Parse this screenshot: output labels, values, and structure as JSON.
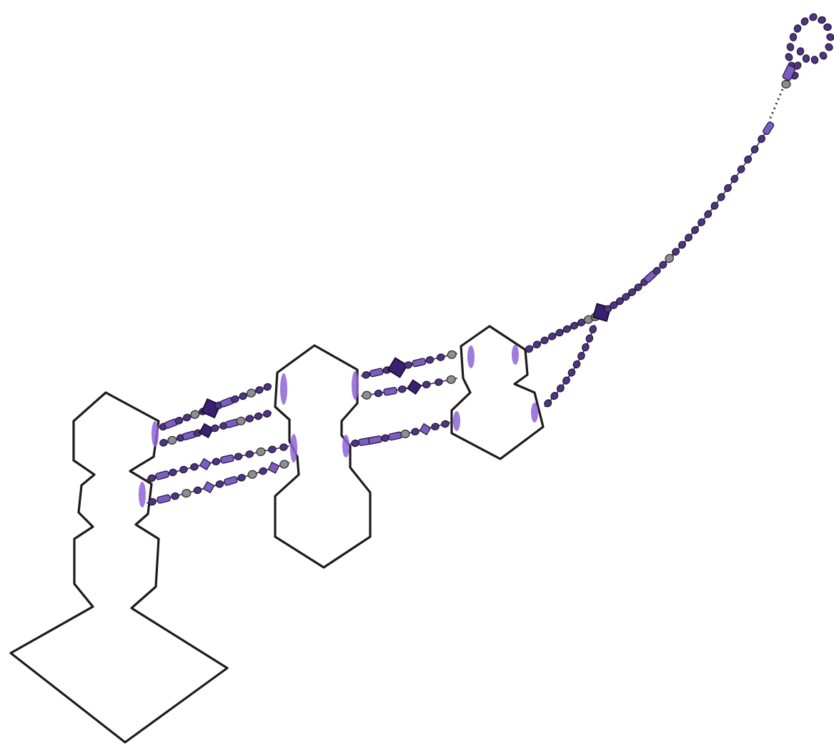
{
  "colors": {
    "background": "#ffffff",
    "outline": "#1c1c1c",
    "bead_purple": "#4f3482",
    "bead_light_purple": "#7d5cc4",
    "bead_dark": "#3b1f72",
    "bead_gray": "#8d8d92",
    "crimp_purple": "#8f63d8"
  },
  "icons": {
    "component_left": "stacked-geometric-component",
    "component_middle": "double-hexagon-component",
    "component_right": "double-hexagon-component",
    "bead_round": "round-bead",
    "bead_tube": "tube-bead",
    "bead_diamond": "diamond-crystal-bead",
    "clasp": "bead-loop-clasp"
  },
  "strands": {
    "left_to_middle": 4,
    "middle_to_right": 3,
    "right_to_tail": 2
  }
}
